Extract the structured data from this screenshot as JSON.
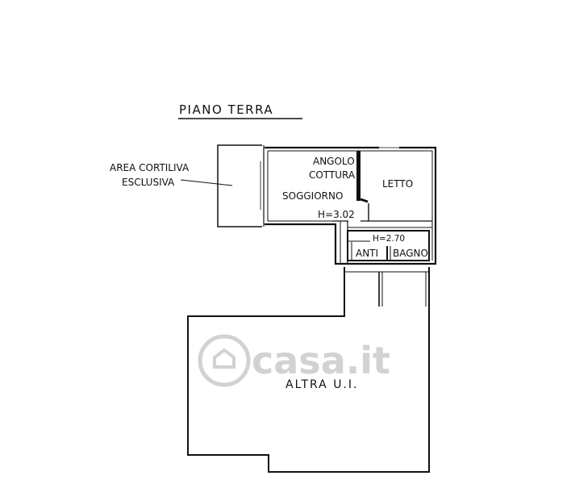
{
  "title": "PIANO TERRA",
  "watermark": {
    "text": "casa.it",
    "color": "#d2d2d2"
  },
  "colors": {
    "line": "#111111",
    "background": "#ffffff"
  },
  "areas": {
    "courtyard": {
      "line1": "AREA CORTILIVA",
      "line2": "ESCLUSIVA"
    },
    "kitchen": {
      "line1": "ANGOLO",
      "line2": "COTTURA"
    },
    "bedroom": "LETTO",
    "living": "SOGGIORNO",
    "living_height": "H=3.02",
    "service_height": "H=2.70",
    "anteroom": "ANTI",
    "bathroom": "BAGNO",
    "other_unit": "ALTRA U.I."
  }
}
